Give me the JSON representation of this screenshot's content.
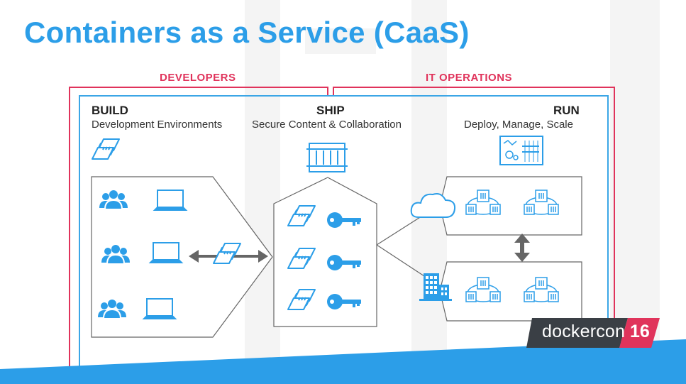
{
  "slide": {
    "title": "Containers as a Service (CaaS)"
  },
  "groups": {
    "developers": "DEVELOPERS",
    "it_operations": "IT OPERATIONS"
  },
  "stages": {
    "build": {
      "title": "BUILD",
      "subtitle": "Development Environments"
    },
    "ship": {
      "title": "SHIP",
      "subtitle": "Secure Content & Collaboration"
    },
    "run": {
      "title": "RUN",
      "subtitle": "Deploy, Manage, Scale"
    }
  },
  "logo": {
    "word": "dockercon",
    "number": "16"
  },
  "colors": {
    "title": "#2c9ee8",
    "accent": "#e0335b",
    "line": "#3ba6e6",
    "icon": "#2c9ee8",
    "panel_border": "#555555",
    "logo_dark": "#3a3f45"
  },
  "icons": {
    "build_stage": "image-stack-icon",
    "ship_stage": "registry-icon",
    "run_stage": "dashboard-icon",
    "people": "user-group-icon",
    "device": "laptop-icon",
    "image": "image-stack-icon",
    "key": "key-icon",
    "cloud": "cloud-icon",
    "datacenter": "building-icon",
    "cluster": "container-cluster-icon",
    "sync": "vertical-arrow-icon",
    "flow": "double-arrow-icon"
  }
}
